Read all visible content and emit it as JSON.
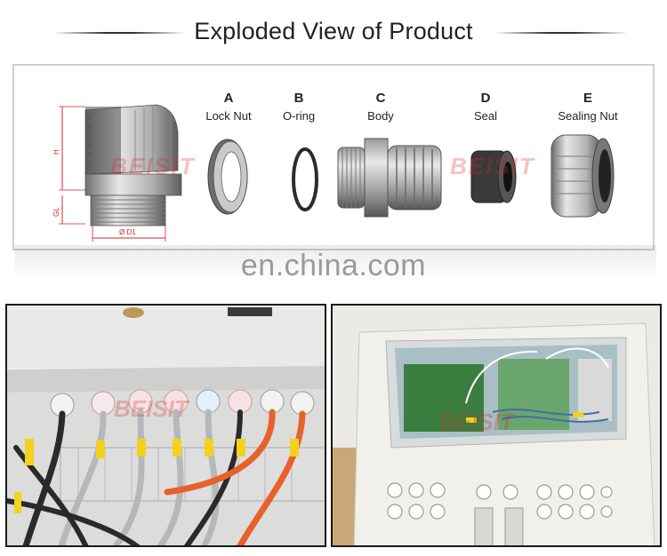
{
  "header": {
    "title": "Exploded View of Product"
  },
  "drawing": {
    "dim_h": "H",
    "dim_gl": "GL",
    "dim_d1": "Ø D1"
  },
  "parts": [
    {
      "letter": "A",
      "name": "Lock Nut"
    },
    {
      "letter": "B",
      "name": "O-ring"
    },
    {
      "letter": "C",
      "name": "Body"
    },
    {
      "letter": "D",
      "name": "Seal"
    },
    {
      "letter": "E",
      "name": "Sealing Nut"
    }
  ],
  "watermarks": {
    "brand": "BEISIT",
    "site": "en.china.com"
  },
  "colors": {
    "part_grey": "#9a9a9a",
    "dimension_red": "#d9242a",
    "watermark_red": "#dc2828",
    "cable_orange": "#e8612a",
    "cable_yellow": "#f2d21b",
    "cable_grey": "#b5b8bb",
    "terminal_green": "#3b7d3f"
  }
}
